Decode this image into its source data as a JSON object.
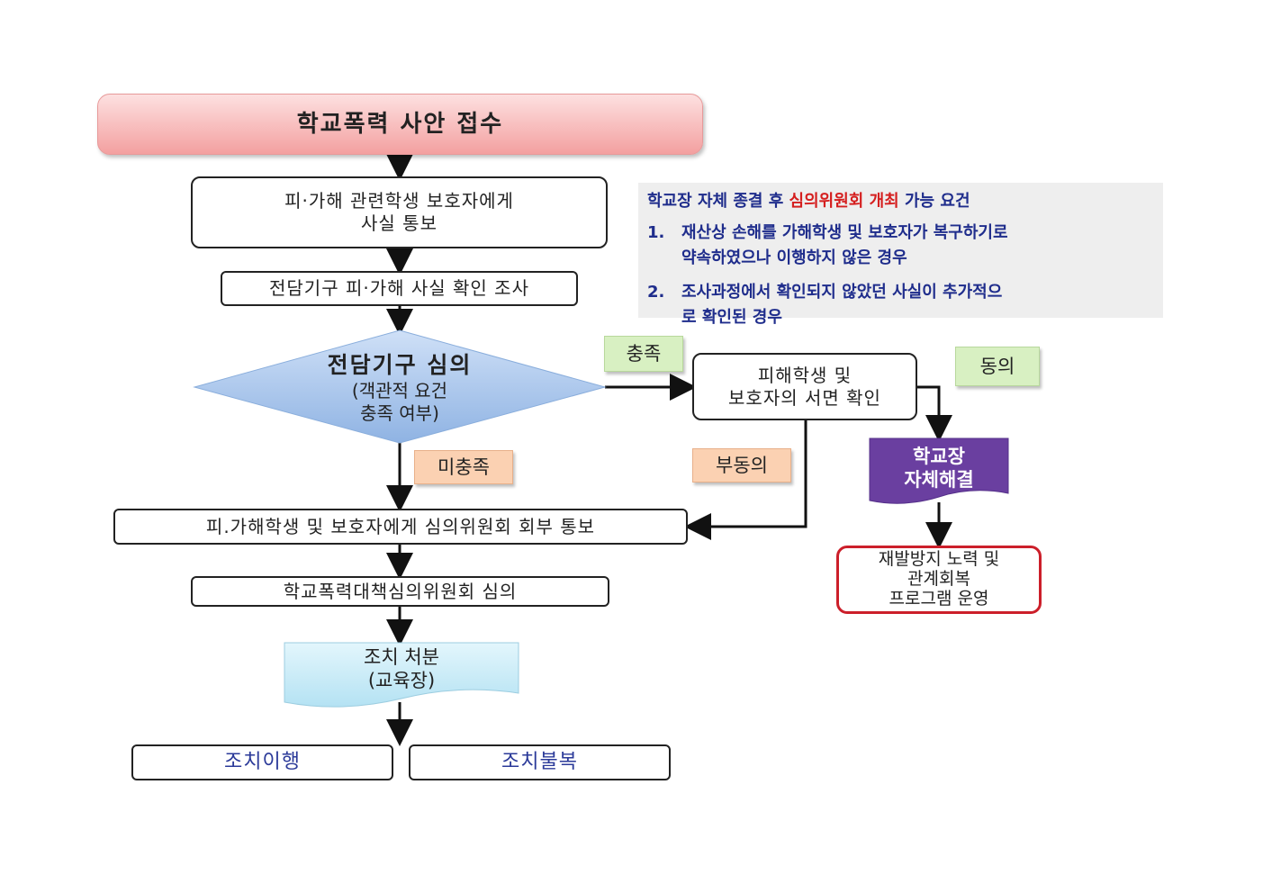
{
  "title": "학교폭력 사안 접수",
  "steps": {
    "notify_facts": [
      "피·가해 관련학생 보호자에게",
      "사실 통보"
    ],
    "investigate": "전담기구 피·가해 사실 확인 조사",
    "review_title": "전담기구 심의",
    "review_sub": [
      "(객관적 요건",
      "충족 여부)"
    ],
    "written_confirm": [
      "피해학생 및",
      "보호자의 서면 확인"
    ],
    "principal_resolution": [
      "학교장",
      "자체해결"
    ],
    "prevention": [
      "재발방지 노력 및",
      "관계회복",
      "프로그램 운영"
    ],
    "referral_notice": "피.가해학생 및 보호자에게 심의위원회 회부 통보",
    "committee_review": "학교폭력대책심의위원회 심의",
    "disposition": [
      "조치 처분",
      "(교육장)"
    ],
    "comply": "조치이행",
    "object": "조치불복"
  },
  "labels": {
    "met": "충족",
    "agree": "동의",
    "not_met": "미충족",
    "disagree": "부동의"
  },
  "note": {
    "header_pre": "학교장 자체 종결 후 ",
    "header_red": "심의위원회 개최",
    "header_post": " 가능 요건",
    "items": [
      {
        "num": "1.",
        "lines": [
          "재산상 손해를 가해학생 및 보호자가 복구하기로",
          "약속하였으나 이행하지 않은 경우"
        ]
      },
      {
        "num": "2.",
        "lines": [
          "조사과정에서 확인되지 않았던 사실이 추가적으",
          "로 확인된 경우"
        ]
      }
    ]
  },
  "colors": {
    "title_fill": "#f3a0a0",
    "diamond_fill": "#a9c6ec",
    "purple": "#6a3fa0",
    "red_border": "#cc1f2a",
    "cyan_fill": "#c9ecf8",
    "note_blue": "#1f2d8c",
    "note_red": "#d51f1f"
  }
}
